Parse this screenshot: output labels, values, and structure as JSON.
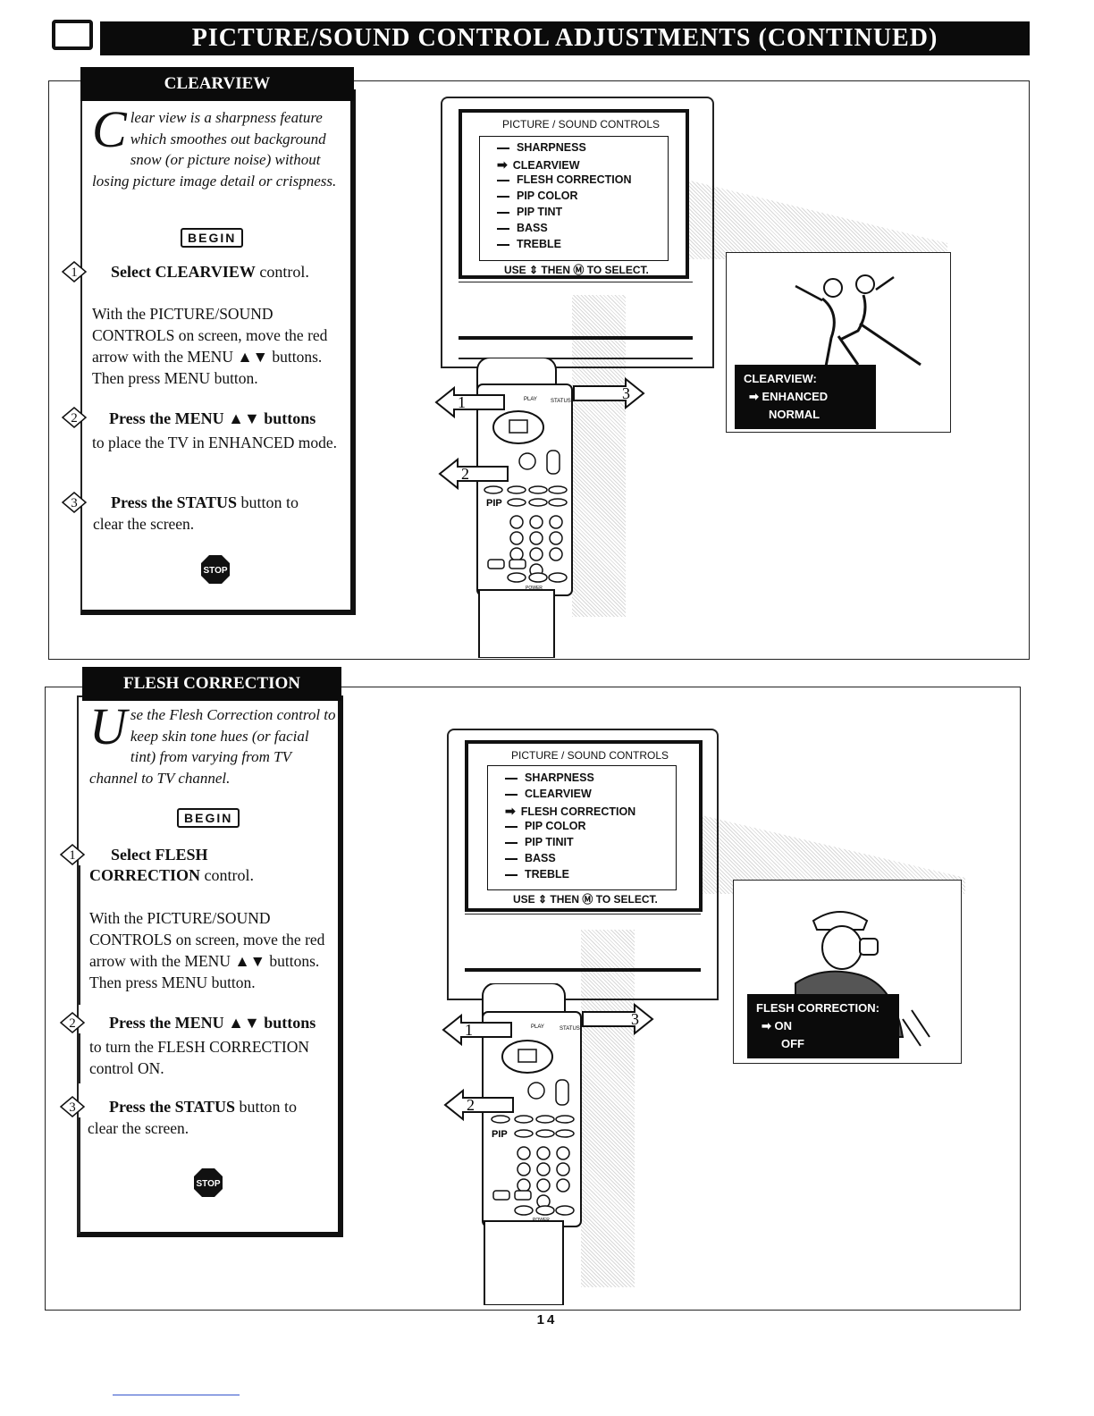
{
  "header": {
    "title": "PICTURE/SOUND CONTROL ADJUSTMENTS (CONTINUED)"
  },
  "sections": [
    {
      "title": "CLEARVIEW",
      "intro_dropcap": "C",
      "intro_rest": "lear view is a sharpness feature which smoothes out background snow (or picture noise) without losing picture image detail or crispness.",
      "begin_label": "BEGIN",
      "steps": [
        {
          "num": "1",
          "title_bold": "Select CLEARVIEW",
          "title_rest": " control.",
          "body": "With the PICTURE/SOUND CONTROLS on screen, move the red arrow with the MENU ▲▼ buttons. Then press MENU button."
        },
        {
          "num": "2",
          "title_bold": "Press the MENU ▲▼ buttons",
          "title_rest": "",
          "body": "to place the TV in ENHANCED mode."
        },
        {
          "num": "3",
          "title_bold": "Press the STATUS",
          "title_rest": " button to",
          "body": "clear the screen."
        }
      ],
      "stop_label": "STOP",
      "tv_menu": {
        "title": "PICTURE / SOUND CONTROLS",
        "items": [
          "SHARPNESS",
          "CLEARVIEW",
          "FLESH CORRECTION",
          "PIP COLOR",
          "PIP TINT",
          "BASS",
          "TREBLE"
        ],
        "selected_index": 1,
        "footer": "USE ⇕ THEN Ⓜ TO SELECT."
      },
      "inset": {
        "label": "CLEARVIEW:",
        "options": [
          "ENHANCED",
          "NORMAL"
        ],
        "selected_index": 0
      },
      "callouts": [
        "1",
        "2",
        "3"
      ]
    },
    {
      "title": "FLESH CORRECTION",
      "intro_dropcap": "U",
      "intro_rest": "se the Flesh Correction control to keep skin tone hues (or facial tint) from varying from TV channel to TV channel.",
      "begin_label": "BEGIN",
      "steps": [
        {
          "num": "1",
          "title_bold": "Select FLESH CORRECTION",
          "title_rest": " control.",
          "body": "With the PICTURE/SOUND CONTROLS on screen, move the red arrow with the MENU ▲▼ buttons. Then press MENU button."
        },
        {
          "num": "2",
          "title_bold": "Press the MENU ▲▼ buttons",
          "title_rest": "",
          "body": "to turn the FLESH CORRECTION control ON."
        },
        {
          "num": "3",
          "title_bold": "Press the STATUS",
          "title_rest": " button to",
          "body": "clear the screen."
        }
      ],
      "stop_label": "STOP",
      "tv_menu": {
        "title": "PICTURE / SOUND CONTROLS",
        "items": [
          "SHARPNESS",
          "CLEARVIEW",
          "FLESH CORRECTION",
          "PIP COLOR",
          "PIP TINIT",
          "BASS",
          "TREBLE"
        ],
        "selected_index": 2,
        "footer": "USE ⇕ THEN Ⓜ TO SELECT."
      },
      "inset": {
        "label": "FLESH CORRECTION:",
        "options": [
          "ON",
          "OFF"
        ],
        "selected_index": 0
      },
      "callouts": [
        "1",
        "2",
        "3"
      ]
    }
  ],
  "remote_labels": {
    "play": "PLAY",
    "status": "STATUS",
    "pip": "PIP",
    "power": "POWER"
  },
  "page_number": "14"
}
